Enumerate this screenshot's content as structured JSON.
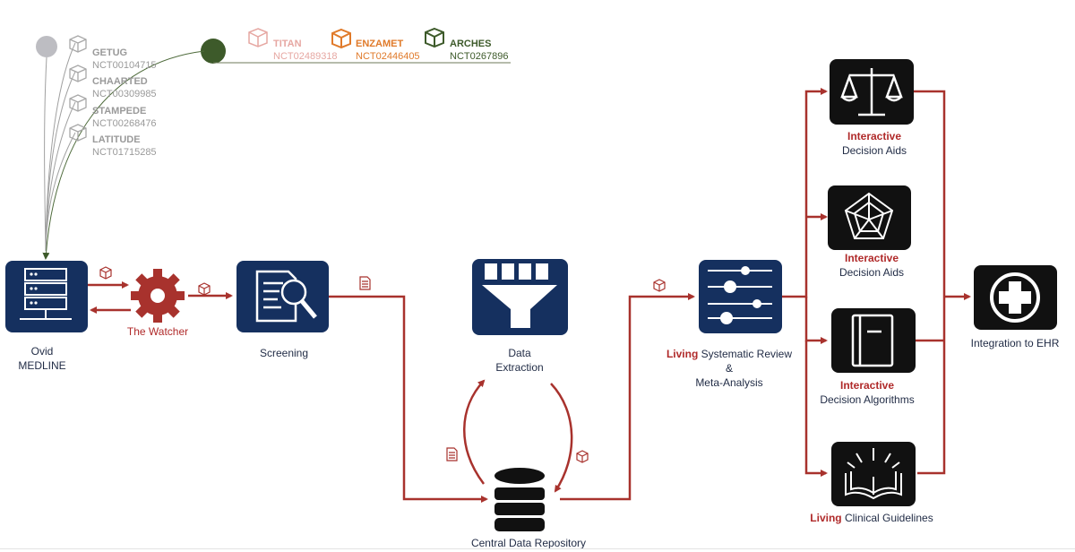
{
  "trials_left": [
    {
      "name": "GETUG",
      "id": "NCT00104715"
    },
    {
      "name": "CHAARTED",
      "id": "NCT00309985"
    },
    {
      "name": "STAMPEDE",
      "id": "NCT00268476"
    },
    {
      "name": "LATITUDE",
      "id": "NCT01715285"
    }
  ],
  "trials_top": [
    {
      "name": "TITAN",
      "id": "NCT02489318",
      "color": "#e6a7a2"
    },
    {
      "name": "ENZAMET",
      "id": "NCT02446405",
      "color": "#e07a2a"
    },
    {
      "name": "ARCHES",
      "id": "NCT0267896",
      "color": "#3d5a2a"
    }
  ],
  "nodes": {
    "ovid": {
      "line1": "Ovid",
      "line2": "MEDLINE"
    },
    "watcher": {
      "label": "The Watcher"
    },
    "screening": {
      "label": "Screening"
    },
    "extraction": {
      "line1": "Data",
      "line2": "Extraction"
    },
    "repository": {
      "label": "Central Data Repository"
    },
    "review": {
      "prefix": "Living",
      "text": " Systematic Review",
      "amp": "&",
      "line3": "Meta-Analysis"
    },
    "aid1": {
      "prefix": "Interactive",
      "line2": "Decision Aids"
    },
    "aid2": {
      "prefix": "Interactive",
      "line2": "Decision Aids"
    },
    "algorithms": {
      "prefix": "Interactive",
      "line2": "Decision Algorithms"
    },
    "guidelines": {
      "prefix": "Living",
      "text": " Clinical Guidelines"
    },
    "ehr": {
      "label": "Integration to EHR"
    }
  },
  "colors": {
    "navy": "#15305f",
    "arrow": "#a8322d",
    "black": "#111111",
    "grey": "#9a9a9a",
    "green": "#3d5a2a"
  }
}
